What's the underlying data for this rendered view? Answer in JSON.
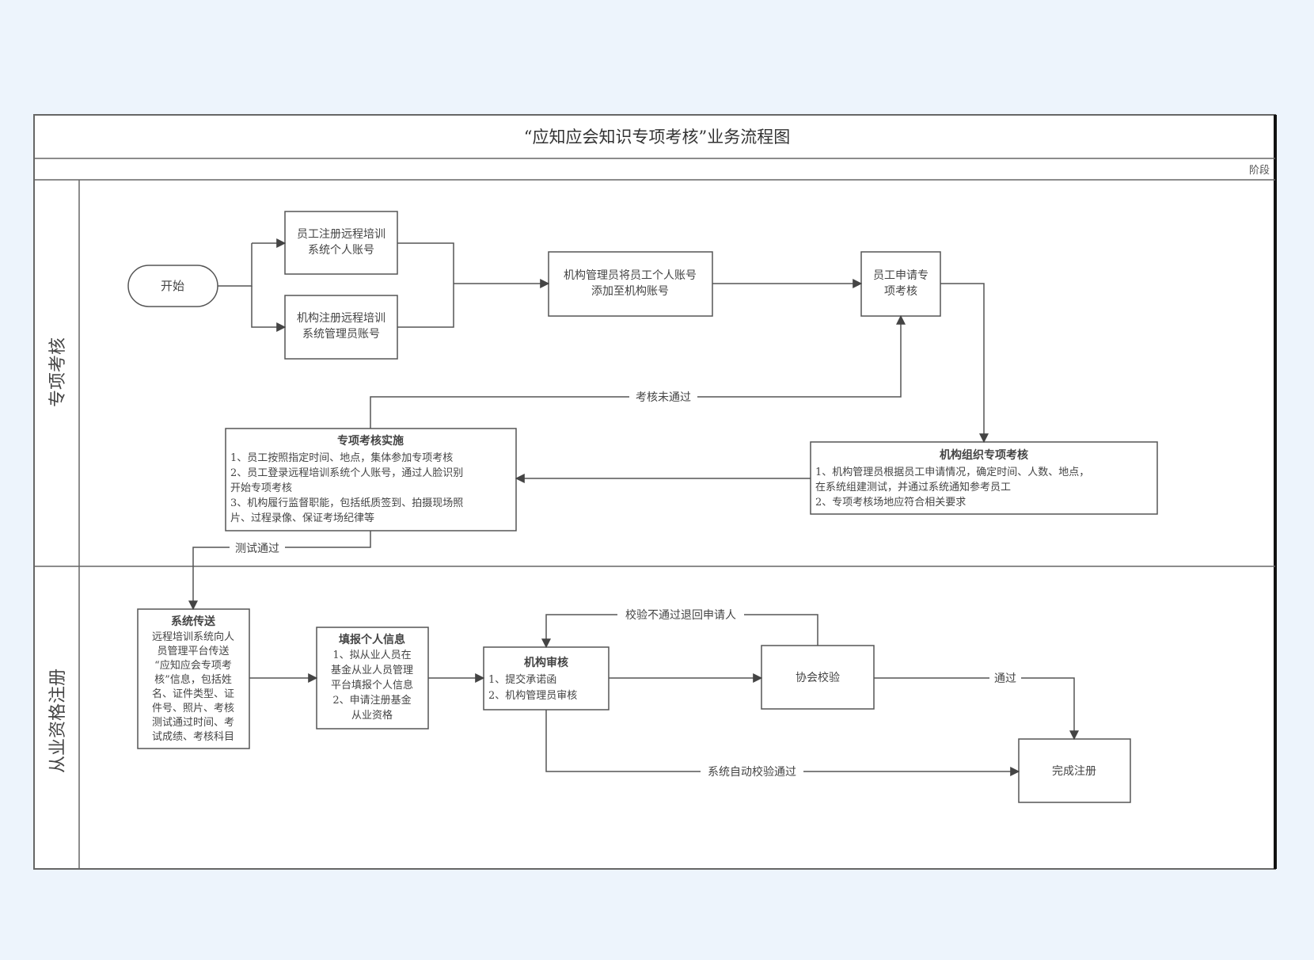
{
  "title": "“应知应会知识专项考核”业务流程图",
  "stage_header": "阶段",
  "lanes": {
    "exam": "专项考核",
    "registration": "从业资格注册"
  },
  "nodes": {
    "start": "开始",
    "employee_register": [
      "员工注册远程培训",
      "系统个人账号"
    ],
    "institution_register": [
      "机构注册远程培训",
      "系统管理员账号"
    ],
    "admin_add": [
      "机构管理员将员工个人账号",
      "添加至机构账号"
    ],
    "employee_apply": [
      "员工申请专",
      "项考核"
    ],
    "org_exam": {
      "title": "机构组织专项考核",
      "lines": [
        "1、机构管理员根据员工申请情况，确定时间、人数、地点，",
        "在系统组建测试，并通过系统通知参考员工",
        "2、专项考核场地应符合相关要求"
      ]
    },
    "exam_impl": {
      "title": "专项考核实施",
      "lines": [
        "1、员工按照指定时间、地点，集体参加专项考核",
        "2、员工登录远程培训系统个人账号，通过人脸识别",
        "开始专项考核",
        "3、机构履行监督职能，包括纸质签到、拍摄现场照",
        "片、过程录像、保证考场纪律等"
      ]
    },
    "system_transfer": {
      "title": "系统传送",
      "lines": [
        "远程培训系统向人",
        "员管理平台传送",
        "“应知应会专项考",
        "核”信息，包括姓",
        "名、证件类型、证",
        "件号、照片、考核",
        "测试通过时间、考",
        "试成绩、考核科目"
      ]
    },
    "fill_info": {
      "title": "填报个人信息",
      "lines": [
        "1、拟从业人员在",
        "基金从业人员管理",
        "平台填报个人信息",
        "2、申请注册基金",
        "从业资格"
      ]
    },
    "inst_review": {
      "title": "机构审核",
      "lines": [
        "1、提交承诺函",
        "2、机构管理员审核"
      ]
    },
    "assoc_check": "协会校验",
    "complete": "完成注册"
  },
  "edge_labels": {
    "exam_failed": "考核未通过",
    "test_passed": "测试通过",
    "check_failed_return": "校验不通过退回申请人",
    "passed": "通过",
    "auto_check_passed": "系统自动校验通过"
  }
}
